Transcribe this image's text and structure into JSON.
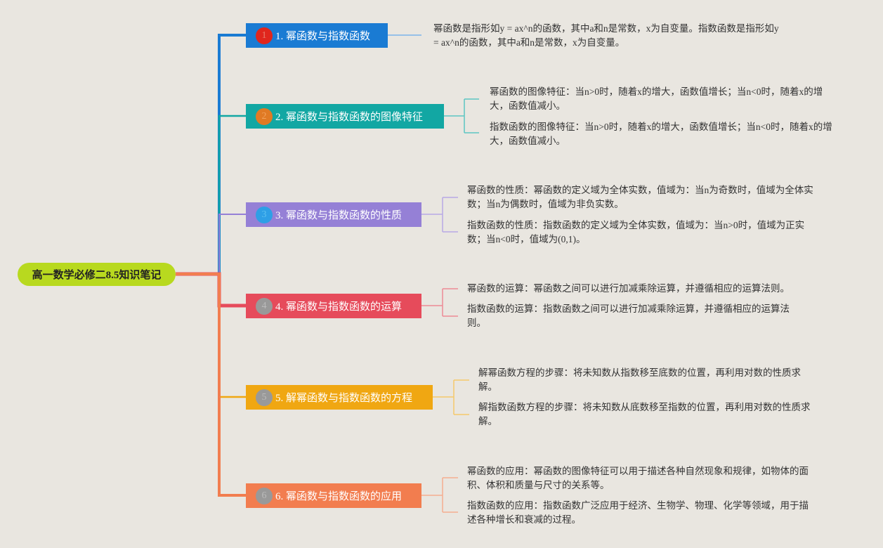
{
  "root": {
    "title": "高一数学必修二8.5知识笔记"
  },
  "branches": [
    {
      "number": "1",
      "label": "1. 幂函数与指数函数",
      "color": "#1a7bd3",
      "badge_color": "#e0261d",
      "badge_text_color": "#e87c6c"
    },
    {
      "number": "2",
      "label": "2. 幂函数与指数函数的图像特征",
      "color": "#12a7a3",
      "badge_color": "#e07a24",
      "badge_text_color": "#f2a25c"
    },
    {
      "number": "3",
      "label": "3. 幂函数与指数函数的性质",
      "color": "#9580d6",
      "badge_color": "#2e9fe6",
      "badge_text_color": "#5cc0f0"
    },
    {
      "number": "4",
      "label": "4. 幂函数与指数函数的运算",
      "color": "#e64b5b",
      "badge_color": "#999999",
      "badge_text_color": "#bbbbbb"
    },
    {
      "number": "5",
      "label": "5. 解幂函数与指数函数的方程",
      "color": "#f0a712",
      "badge_color": "#999999",
      "badge_text_color": "#bbbbbb"
    },
    {
      "number": "6",
      "label": "6. 幂函数与指数函数的应用",
      "color": "#f27d4f",
      "badge_color": "#999999",
      "badge_text_color": "#bbbbbb"
    }
  ],
  "leaves": {
    "b1": [
      "幂函数是指形如y = ax^n的函数，其中a和n是常数，x为自变量。指数函数是指形如y = ax^n的函数，其中a和n是常数，x为自变量。"
    ],
    "b2": [
      "幂函数的图像特征：当n>0时，随着x的增大，函数值增长；当n<0时，随着x的增大，函数值减小。",
      "指数函数的图像特征：当n>0时，随着x的增大，函数值增长；当n<0时，随着x的增大，函数值减小。"
    ],
    "b3": [
      "幂函数的性质：幂函数的定义域为全体实数，值域为：当n为奇数时，值域为全体实数；当n为偶数时，值域为非负实数。",
      "指数函数的性质：指数函数的定义域为全体实数，值域为：当n>0时，值域为正实数；当n<0时，值域为(0,1)。"
    ],
    "b4": [
      "幂函数的运算：幂函数之间可以进行加减乘除运算，并遵循相应的运算法则。",
      "指数函数的运算：指数函数之间可以进行加减乘除运算，并遵循相应的运算法则。"
    ],
    "b5": [
      "解幂函数方程的步骤：将未知数从指数移至底数的位置，再利用对数的性质求解。",
      "解指数函数方程的步骤：将未知数从底数移至指数的位置，再利用对数的性质求解。"
    ],
    "b6": [
      "幂函数的应用：幂函数的图像特征可以用于描述各种自然现象和规律，如物体的面积、体积和质量与尺寸的关系等。",
      "指数函数的应用：指数函数广泛应用于经济、生物学、物理、化学等领域，用于描述各种增长和衰减的过程。"
    ]
  }
}
